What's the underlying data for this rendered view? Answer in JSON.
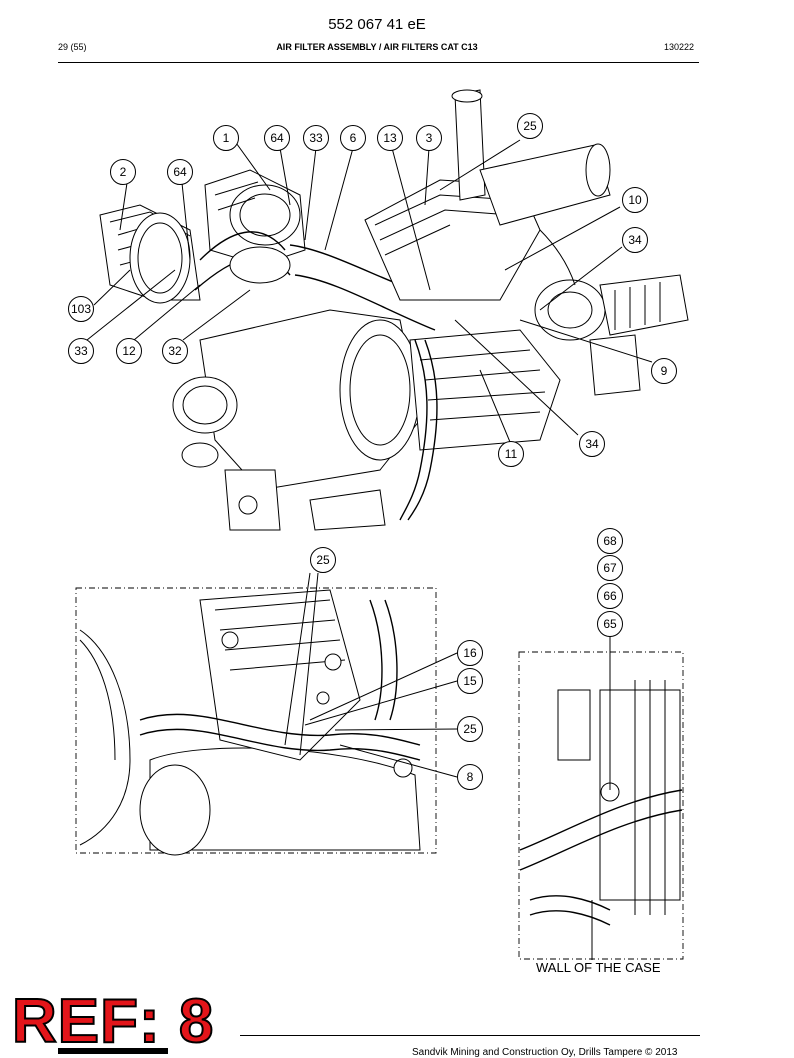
{
  "header": {
    "doc_number": "552 067 41 eE",
    "page": "29 (55)",
    "title": "AIR FILTER ASSEMBLY / AIR FILTERS CAT C13",
    "date": "130222"
  },
  "callouts": {
    "main": [
      "1",
      "64",
      "33",
      "6",
      "13",
      "3",
      "25",
      "2",
      "64",
      "10",
      "34",
      "103",
      "33",
      "12",
      "32",
      "9",
      "34",
      "11"
    ],
    "detail_left": [
      "25",
      "16",
      "15",
      "25",
      "8"
    ],
    "detail_right": [
      "68",
      "67",
      "66",
      "65"
    ]
  },
  "labels": {
    "wall": "WALL OF THE CASE",
    "stamp": "REF: 8"
  },
  "footer": {
    "copyright": "Sandvik Mining and Construction Oy, Drills Tampere © 2013"
  }
}
